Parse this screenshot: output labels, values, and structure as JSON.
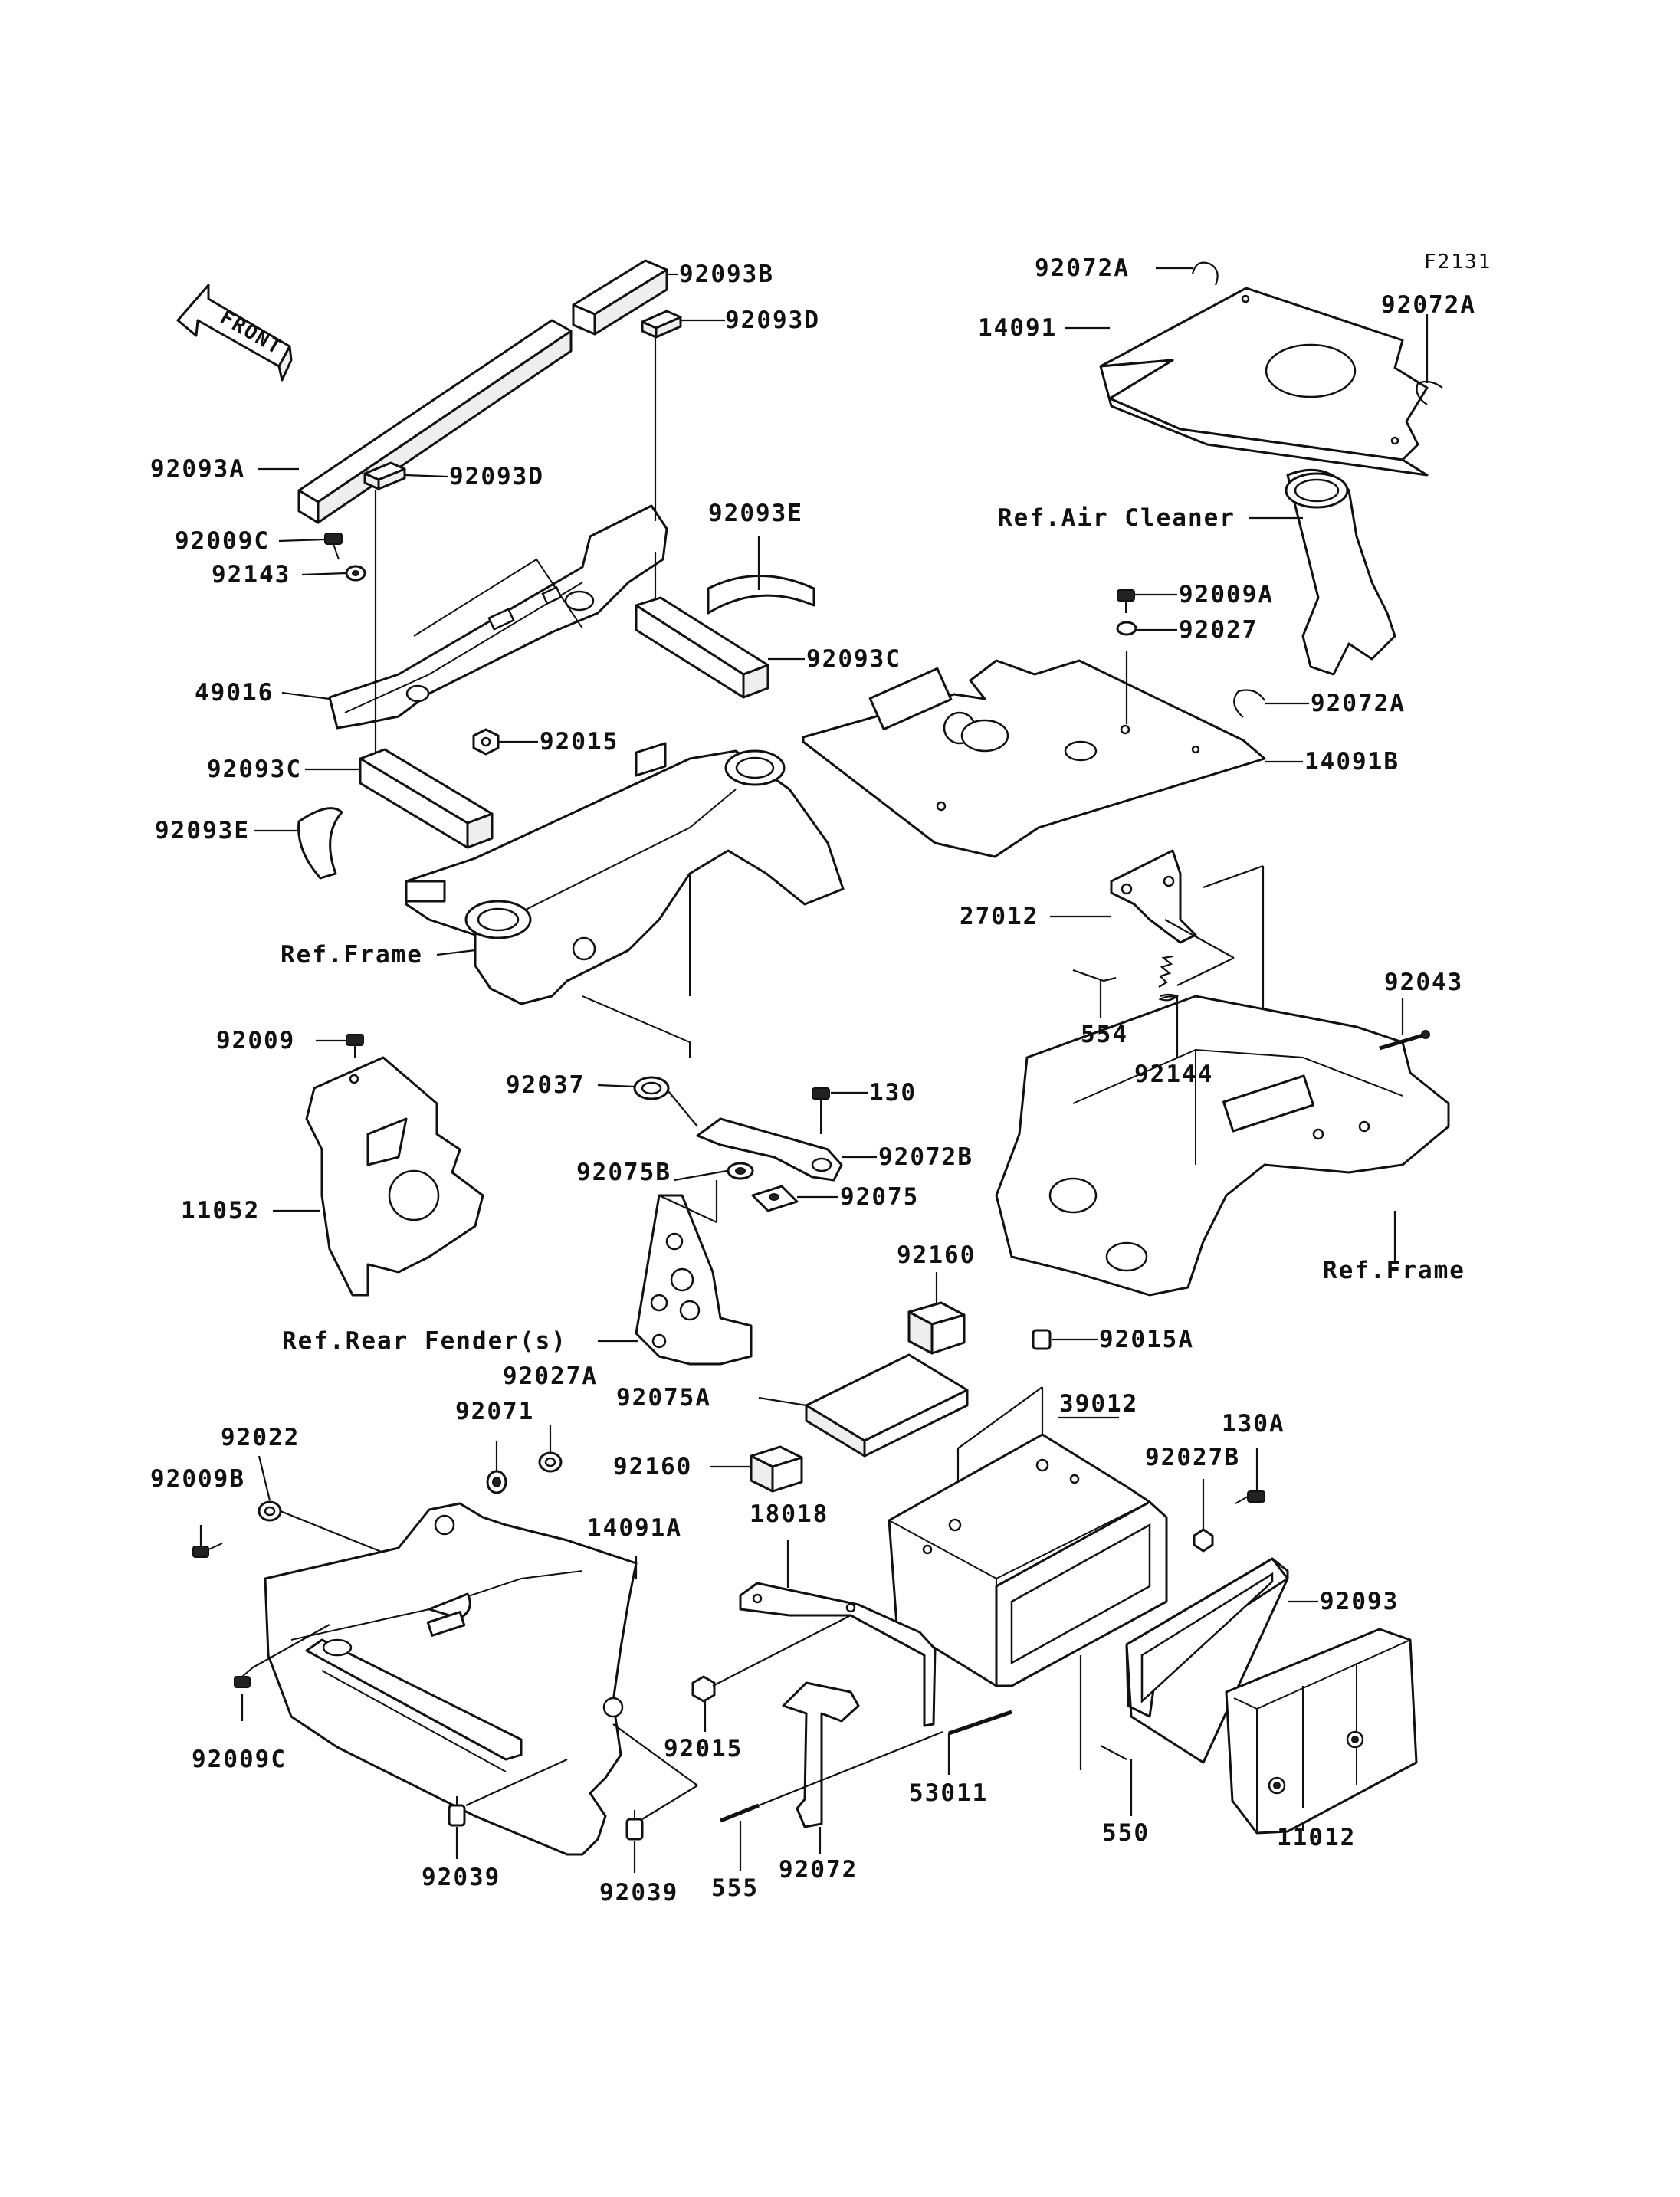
{
  "diagram_code": "F2131",
  "front_arrow": {
    "text": "FRONT",
    "icon": "front-arrow-icon"
  },
  "labels": {
    "p92093B": "92093B",
    "p92093D_top": "92093D",
    "p92093A": "92093A",
    "p92093D_mid": "92093D",
    "p92009C_top": "92009C",
    "p92143": "92143",
    "p92093E_top": "92093E",
    "p49016": "49016",
    "p92093C_right": "92093C",
    "p92015_top": "92015",
    "p92093C_left": "92093C",
    "p92093E_left": "92093E",
    "ref_frame_left": "Ref.Frame",
    "p92072A_top": "92072A",
    "p92072A_right": "92072A",
    "p14091": "14091",
    "ref_air_cleaner": "Ref.Air Cleaner",
    "p92009A": "92009A",
    "p92027": "92027",
    "p92072A_mid": "92072A",
    "p14091B": "14091B",
    "p27012": "27012",
    "p554": "554",
    "p92144": "92144",
    "p92043": "92043",
    "p92009": "92009",
    "p11052": "11052",
    "p92037": "92037",
    "p130": "130",
    "p92072B": "92072B",
    "p92075B": "92075B",
    "p92075": "92075",
    "ref_rear_fender": "Ref.Rear Fender(s)",
    "p92160_top": "92160",
    "p92015A": "92015A",
    "ref_frame_right": "Ref.Frame",
    "p92075A": "92075A",
    "p39012": "39012",
    "p92027A": "92027A",
    "p92071": "92071",
    "p92022": "92022",
    "p92009B": "92009B",
    "p14091A": "14091A",
    "p92160_mid": "92160",
    "p18018": "18018",
    "p130A": "130A",
    "p92027B": "92027B",
    "p92093": "92093",
    "p92009C_bottom": "92009C",
    "p92015_bottom": "92015",
    "p53011": "53011",
    "p550": "550",
    "p11012": "11012",
    "p92039_left": "92039",
    "p92039_right": "92039",
    "p555": "555",
    "p92072": "92072"
  }
}
